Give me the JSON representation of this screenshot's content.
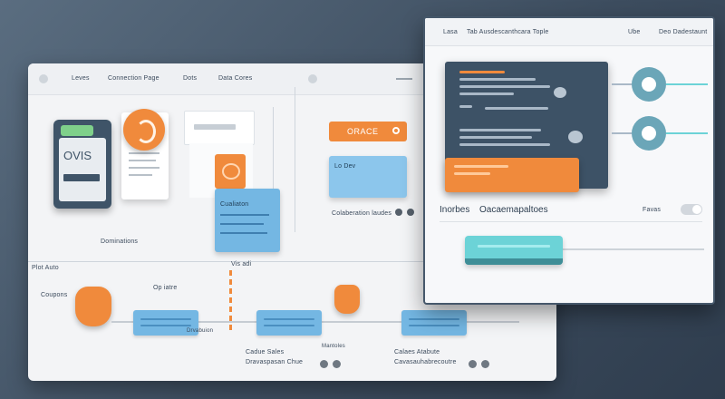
{
  "main_window": {
    "toolbar": {
      "items": [
        "Leves",
        "Connection Page",
        "Dots",
        "Data Cores"
      ]
    },
    "device_card": {
      "label": "OVIS"
    },
    "orange_button": {
      "label": "ORACE"
    },
    "blue_panel": {
      "title": "Lo Dev"
    },
    "blue_panel_caption": "Colaberation laudes",
    "middle_card_caption": "Cualiaton",
    "left_caption": "Dominations",
    "bottom": {
      "row_label": "Plot Auto",
      "stream_label": "Vis adi",
      "center_label": "Op iatre",
      "left_label": "Coupons",
      "node1_caption": "Drvabuion",
      "node2_caption": "Mantoles",
      "node3_caption": "Cadue Sales",
      "node4_caption": "Dravaspasan Chue",
      "node5_caption": "Calaes Atabute",
      "node6_caption": "Cavasauhabrecoutre"
    }
  },
  "right_window": {
    "header": {
      "left": "Lasa",
      "title": "Tab Ausdescanthcara Tople",
      "right1": "Ube",
      "right2": "Deo Dadestaunt"
    },
    "caption_left": "Inorbes",
    "caption_title": "Oacaemapaltoes",
    "caption_right": "Favas"
  },
  "colors": {
    "orange": "#f08a3c",
    "blue": "#6fb6e6",
    "navy": "#3d5266",
    "teal": "#6cd3d7"
  }
}
